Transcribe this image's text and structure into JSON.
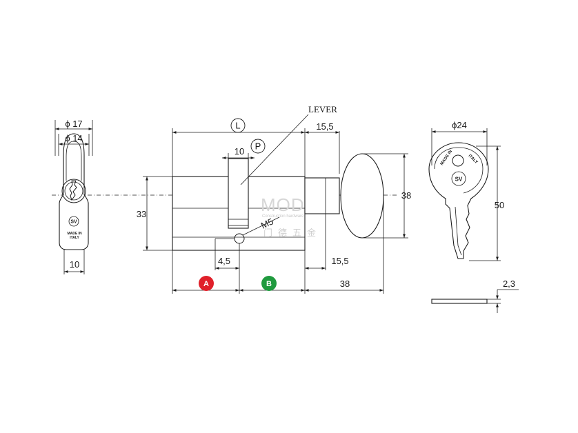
{
  "labels": {
    "lever": "LEVER",
    "length_symbol": "L",
    "position_symbol": "P",
    "side_a": "A",
    "side_b": "B",
    "thread": "M5"
  },
  "dimensions": {
    "profile_outer_dia": "ϕ 17",
    "profile_inner_dia": "ϕ 14",
    "profile_width": "10",
    "body_height": "33",
    "cam_width": "10",
    "knob_offset_top": "15,5",
    "knob_offset_bottom": "15,5",
    "screw_offset": "4,5",
    "knob_height": "38",
    "knob_length": "38",
    "key_head_dia": "ϕ24",
    "key_length": "50",
    "key_thickness": "2,3"
  },
  "stamp": {
    "made_in_line1": "MADE IN",
    "made_in_line2": "ITALY",
    "logo": "SV"
  },
  "watermark": {
    "brand": "MOD",
    "subtitle": "Construction hardware",
    "chinese": "门德五金"
  },
  "colors": {
    "badge_a": "#e0202a",
    "badge_b": "#1f9a3e",
    "line": "#1a1a1a",
    "watermark": "#d6d6d6"
  }
}
